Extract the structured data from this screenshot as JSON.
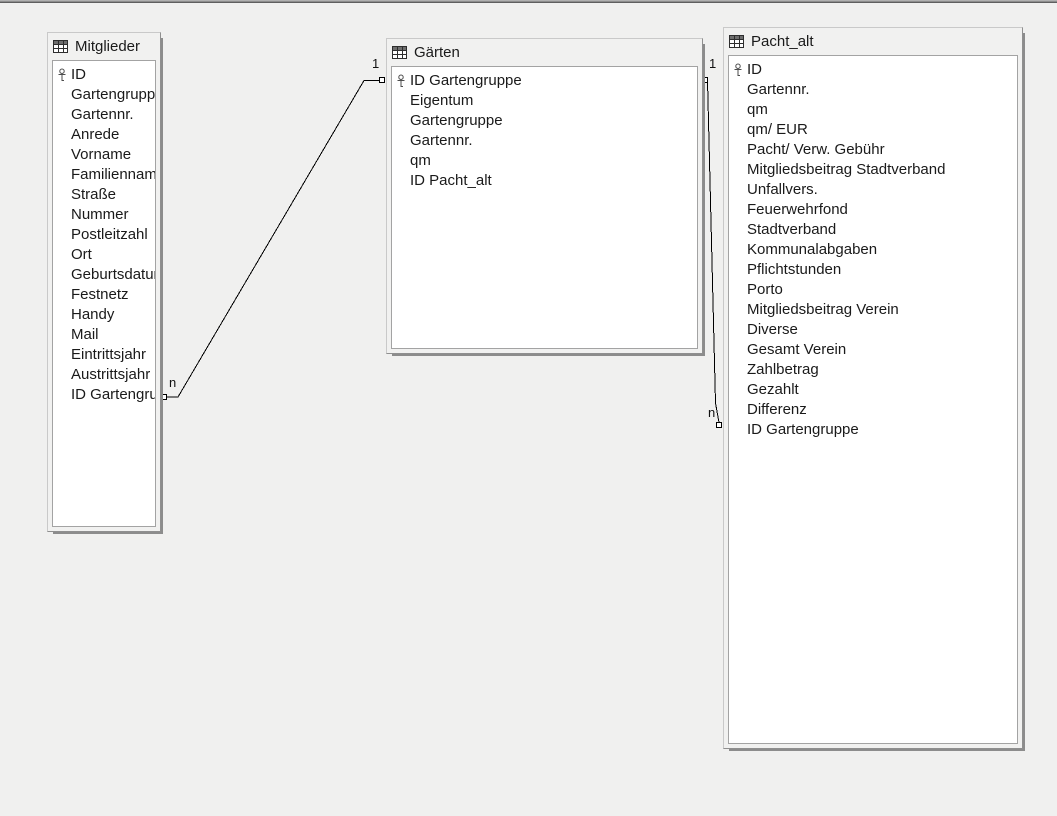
{
  "view": {
    "title_labels_note": "database relation design canvas",
    "icons": {
      "table_icon": "table-grid-icon",
      "primary_key_icon": "key-icon"
    }
  },
  "tables": [
    {
      "name": "Mitglieder",
      "fields": [
        {
          "label": "ID",
          "key": true
        },
        {
          "label": "Gartengruppe",
          "key": false
        },
        {
          "label": "Gartennr.",
          "key": false
        },
        {
          "label": "Anrede",
          "key": false
        },
        {
          "label": "Vorname",
          "key": false
        },
        {
          "label": "Familienname",
          "key": false
        },
        {
          "label": "Straße",
          "key": false
        },
        {
          "label": "Nummer",
          "key": false
        },
        {
          "label": "Postleitzahl",
          "key": false
        },
        {
          "label": "Ort",
          "key": false
        },
        {
          "label": "Geburtsdatum",
          "key": false
        },
        {
          "label": "Festnetz",
          "key": false
        },
        {
          "label": "Handy",
          "key": false
        },
        {
          "label": "Mail",
          "key": false
        },
        {
          "label": "Eintrittsjahr",
          "key": false
        },
        {
          "label": "Austrittsjahr",
          "key": false
        },
        {
          "label": "ID Gartengruppe",
          "key": false
        }
      ]
    },
    {
      "name": "Gärten",
      "fields": [
        {
          "label": "ID Gartengruppe",
          "key": true
        },
        {
          "label": "Eigentum",
          "key": false
        },
        {
          "label": "Gartengruppe",
          "key": false
        },
        {
          "label": "Gartennr.",
          "key": false
        },
        {
          "label": "qm",
          "key": false
        },
        {
          "label": "ID Pacht_alt",
          "key": false
        }
      ]
    },
    {
      "name": "Pacht_alt",
      "fields": [
        {
          "label": "ID",
          "key": true
        },
        {
          "label": "Gartennr.",
          "key": false
        },
        {
          "label": "qm",
          "key": false
        },
        {
          "label": "qm/ EUR",
          "key": false
        },
        {
          "label": "Pacht/ Verw. Gebühr",
          "key": false
        },
        {
          "label": "Mitgliedsbeitrag Stadtverband",
          "key": false
        },
        {
          "label": "Unfallvers.",
          "key": false
        },
        {
          "label": "Feuerwehrfond",
          "key": false
        },
        {
          "label": "Stadtverband",
          "key": false
        },
        {
          "label": "Kommunalabgaben",
          "key": false
        },
        {
          "label": "Pflichtstunden",
          "key": false
        },
        {
          "label": "Porto",
          "key": false
        },
        {
          "label": "Mitgliedsbeitrag Verein",
          "key": false
        },
        {
          "label": "Diverse",
          "key": false
        },
        {
          "label": "Gesamt Verein",
          "key": false
        },
        {
          "label": "Zahlbetrag",
          "key": false
        },
        {
          "label": "Gezahlt",
          "key": false
        },
        {
          "label": "Differenz",
          "key": false
        },
        {
          "label": "ID Gartengruppe",
          "key": false
        }
      ]
    }
  ],
  "relationships": [
    {
      "from_table": "Mitglieder",
      "from_field": "ID Gartengruppe",
      "from_cardinality": "n",
      "to_table": "Gärten",
      "to_field": "ID Gartengruppe",
      "to_cardinality": "1"
    },
    {
      "from_table": "Gärten",
      "from_field": "ID Gartengruppe",
      "from_cardinality": "1",
      "to_table": "Pacht_alt",
      "to_field": "ID Gartengruppe",
      "to_cardinality": "n"
    }
  ]
}
